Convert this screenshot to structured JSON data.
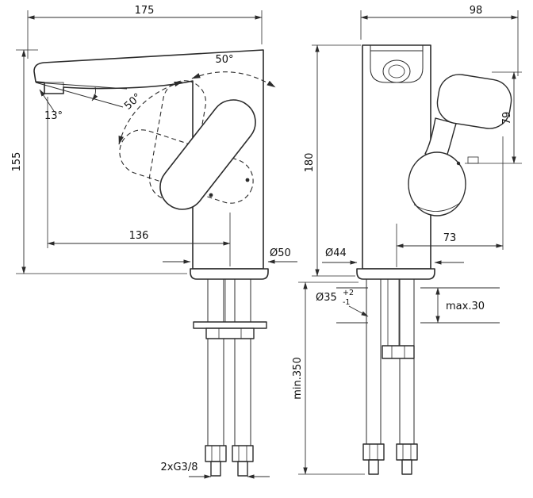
{
  "drawing": {
    "side_view": {
      "dim_width_top": "175",
      "dim_height": "155",
      "dim_spout_reach": "136",
      "dim_base_diameter": "Ø50",
      "angle_spout": "13°",
      "angle_handle_lift": "50°",
      "angle_handle_swivel": "50°",
      "label_connection": "2xG3/8"
    },
    "front_view": {
      "dim_width_top": "98",
      "dim_height": "180",
      "dim_lever_height": "79",
      "dim_lever_reach": "73",
      "dim_base_diameter": "Ø44",
      "dim_hole_diameter": "Ø35",
      "tol_plus": "+2",
      "tol_minus": "-1",
      "dim_deck_thickness": "max.30",
      "dim_hose_length": "min.350"
    },
    "colors": {
      "line": "#2b2b2b",
      "background": "#ffffff"
    }
  }
}
